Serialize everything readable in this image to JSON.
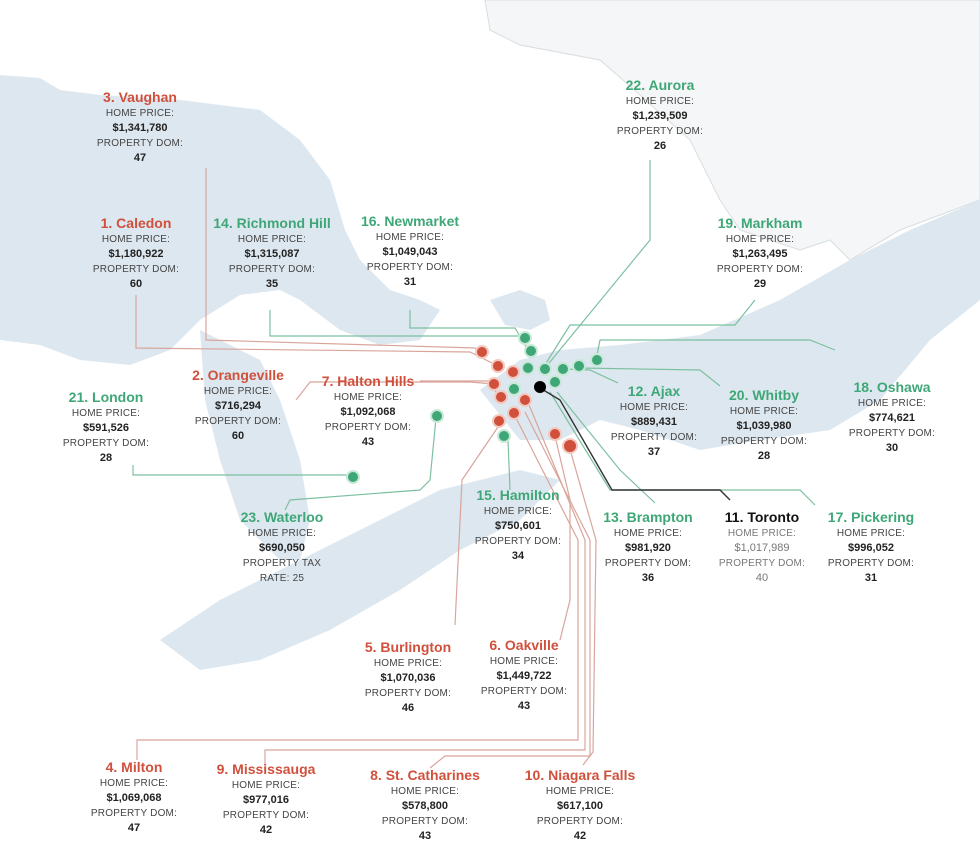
{
  "colors": {
    "water": "#dde7ef",
    "land_border": "#e4e8eb",
    "red": "#d0503c",
    "green": "#3fa777",
    "toronto": "#111111",
    "red_line": "#d9a59b",
    "green_line": "#7cc0a0"
  },
  "legend_terms": {
    "home_price": "HOME PRICE:",
    "property_dom": "PROPERTY DOM:",
    "property_tax_rate": "PROPERTY TAX",
    "rate_prefix": "RATE: 25"
  },
  "cities": [
    {
      "rank": "1",
      "name": "1. Caledon",
      "group": "red",
      "price": "$1,180,922",
      "dom": "60"
    },
    {
      "rank": "2",
      "name": "2. Orangeville",
      "group": "red",
      "price": "$716,294",
      "dom": "60"
    },
    {
      "rank": "3",
      "name": "3. Vaughan",
      "group": "red",
      "price": "$1,341,780",
      "dom": "47"
    },
    {
      "rank": "4",
      "name": "4. Milton",
      "group": "red",
      "price": "$1,069,068",
      "dom": "47"
    },
    {
      "rank": "5",
      "name": "5. Burlington",
      "group": "red",
      "price": "$1,070,036",
      "dom": "46"
    },
    {
      "rank": "6",
      "name": "6. Oakville",
      "group": "red",
      "price": "$1,449,722",
      "dom": "43"
    },
    {
      "rank": "7",
      "name": "7. Halton Hills",
      "group": "red",
      "price": "$1,092,068",
      "dom": "43"
    },
    {
      "rank": "8",
      "name": "8. St. Catharines",
      "group": "red",
      "price": "$578,800",
      "dom": "43"
    },
    {
      "rank": "9",
      "name": "9. Mississauga",
      "group": "red",
      "price": "$977,016",
      "dom": "42"
    },
    {
      "rank": "10",
      "name": "10. Niagara Falls",
      "group": "red",
      "price": "$617,100",
      "dom": "42"
    },
    {
      "rank": "11",
      "name": "11. Toronto",
      "group": "black",
      "price": "$1,017,989",
      "dom": "40"
    },
    {
      "rank": "12",
      "name": "12. Ajax",
      "group": "green",
      "price": "$889,431",
      "dom": "37"
    },
    {
      "rank": "13",
      "name": "13. Brampton",
      "group": "green",
      "price": "$981,920",
      "dom": "36"
    },
    {
      "rank": "14",
      "name": "14. Richmond Hill",
      "group": "green",
      "price": "$1,315,087",
      "dom": "35"
    },
    {
      "rank": "15",
      "name": "15. Hamilton",
      "group": "green",
      "price": "$750,601",
      "dom": "34"
    },
    {
      "rank": "16",
      "name": "16. Newmarket",
      "group": "green",
      "price": "$1,049,043",
      "dom": "31"
    },
    {
      "rank": "17",
      "name": "17. Pickering",
      "group": "green",
      "price": "$996,052",
      "dom": "31"
    },
    {
      "rank": "18",
      "name": "18. Oshawa",
      "group": "green",
      "price": "$774,621",
      "dom": "30"
    },
    {
      "rank": "19",
      "name": "19. Markham",
      "group": "green",
      "price": "$1,263,495",
      "dom": "29"
    },
    {
      "rank": "20",
      "name": "20. Whitby",
      "group": "green",
      "price": "$1,039,980",
      "dom": "28"
    },
    {
      "rank": "21",
      "name": "21. London",
      "group": "green",
      "price": "$591,526",
      "dom": "28"
    },
    {
      "rank": "22",
      "name": "22. Aurora",
      "group": "green",
      "price": "$1,239,509",
      "dom": "26"
    },
    {
      "rank": "23",
      "name": "23. Waterloo",
      "group": "green",
      "price": "$690,050",
      "dom_label": "PROPERTY TAX",
      "dom": "RATE: 25"
    }
  ]
}
